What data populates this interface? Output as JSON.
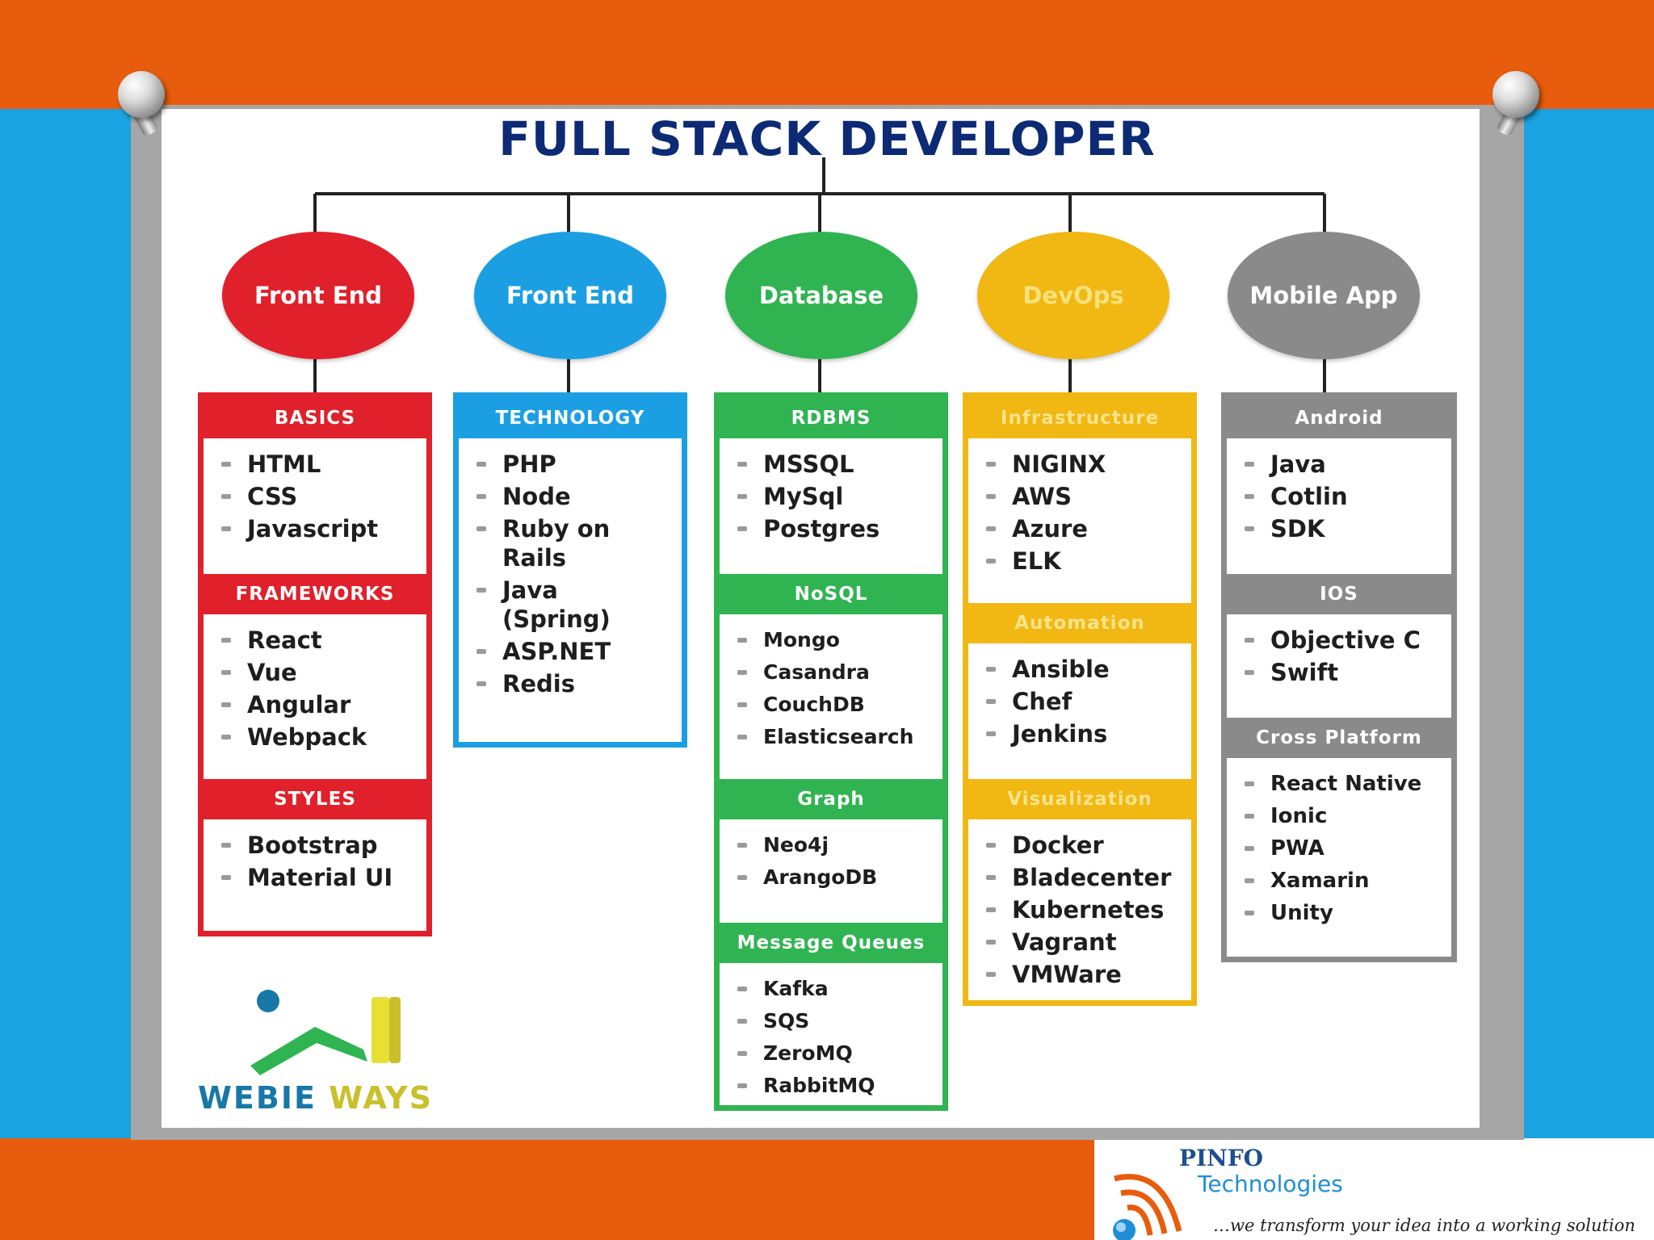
{
  "title": "FULL STACK DEVELOPER",
  "colors": {
    "red": "#e0202a",
    "blue": "#1b9fe2",
    "green": "#2fb451",
    "yellow": "#f1b713",
    "gray": "#8a8a8a",
    "orange_band": "#e85c0d",
    "cyan_band": "#1aa3e0",
    "title_navy": "#0d2a74"
  },
  "columns": [
    {
      "bubble": "Front End",
      "color": "red",
      "sections": [
        {
          "heading": "BASICS",
          "items": [
            "HTML",
            "CSS",
            "Javascript"
          ]
        },
        {
          "heading": "FRAMEWORKS",
          "items": [
            "React",
            "Vue",
            "Angular",
            "Webpack"
          ]
        },
        {
          "heading": "STYLES",
          "items": [
            "Bootstrap",
            "Material UI"
          ]
        }
      ]
    },
    {
      "bubble": "Front End",
      "color": "blue",
      "sections": [
        {
          "heading": "TECHNOLOGY",
          "items": [
            "PHP",
            "Node",
            "Ruby on Rails",
            "Java (Spring)",
            "ASP.NET",
            "Redis"
          ]
        }
      ]
    },
    {
      "bubble": "Database",
      "color": "green",
      "sections": [
        {
          "heading": "RDBMS",
          "items": [
            "MSSQL",
            "MySql",
            "Postgres"
          ]
        },
        {
          "heading": "NoSQL",
          "items": [
            "Mongo",
            "Casandra",
            "CouchDB",
            "Elasticsearch"
          ]
        },
        {
          "heading": "Graph",
          "items": [
            "Neo4j",
            "ArangoDB"
          ]
        },
        {
          "heading": "Message Queues",
          "items": [
            "Kafka",
            "SQS",
            "ZeroMQ",
            "RabbitMQ"
          ]
        }
      ]
    },
    {
      "bubble": "DevOps",
      "color": "yellow",
      "sections": [
        {
          "heading": "Infrastructure",
          "items": [
            "NIGINX",
            "AWS",
            "Azure",
            "ELK"
          ]
        },
        {
          "heading": "Automation",
          "items": [
            "Ansible",
            "Chef",
            "Jenkins"
          ]
        },
        {
          "heading": "Visualization",
          "items": [
            "Docker",
            "Bladecenter",
            "Kubernetes",
            "Vagrant",
            "VMWare"
          ]
        }
      ]
    },
    {
      "bubble": "Mobile App",
      "color": "gray",
      "sections": [
        {
          "heading": "Android",
          "items": [
            "Java",
            "Cotlin",
            "SDK"
          ]
        },
        {
          "heading": "IOS",
          "items": [
            "Objective C",
            "Swift"
          ]
        },
        {
          "heading": "Cross Platform",
          "items": [
            "React Native",
            "Ionic",
            "PWA",
            "Xamarin",
            "Unity"
          ]
        }
      ]
    }
  ],
  "logo_left": {
    "word1": "WEBIE",
    "word2": "WAYS"
  },
  "logo_right": {
    "brand": "PINFO",
    "sub": "Technologies",
    "tagline": "…we transform your idea into a working solution"
  }
}
